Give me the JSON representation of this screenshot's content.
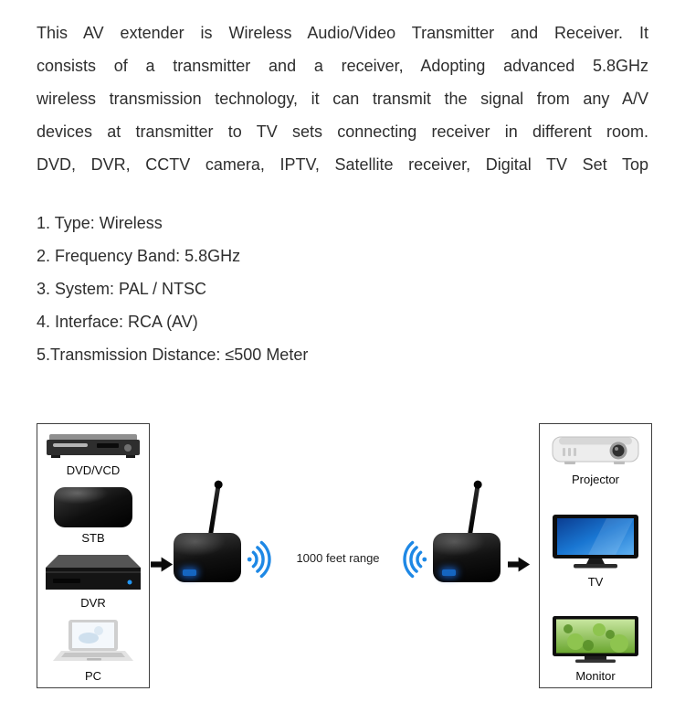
{
  "intro": {
    "lines": [
      "This AV extender is Wireless Audio/Video Transmitter and Receiver. It",
      "consists of a transmitter and a receiver, Adopting advanced 5.8GHz",
      "wireless transmission technology, it can transmit the signal from any A/V",
      "devices at transmitter to TV sets connecting receiver in different room.",
      "DVD, DVR, CCTV camera, IPTV, Satellite receiver, Digital TV Set Top"
    ]
  },
  "specs": {
    "items": [
      "1. Type: Wireless",
      "2. Frequency Band: 5.8GHz",
      "3. System: PAL / NTSC",
      "4. Interface: RCA (AV)",
      "5.Transmission Distance: ≤500 Meter"
    ]
  },
  "diagram": {
    "range_label": "1000 feet range",
    "source_box": {
      "items": [
        {
          "icon": "dvd-player-icon",
          "label": "DVD/VCD"
        },
        {
          "icon": "stb-icon",
          "label": "STB"
        },
        {
          "icon": "dvr-icon",
          "label": "DVR"
        },
        {
          "icon": "laptop-icon",
          "label": "PC"
        }
      ]
    },
    "display_box": {
      "items": [
        {
          "icon": "projector-icon",
          "label": "Projector"
        },
        {
          "icon": "tv-icon",
          "label": "TV"
        },
        {
          "icon": "monitor-icon",
          "label": "Monitor"
        }
      ]
    },
    "colors": {
      "wifi_blue": "#1e88e5",
      "led_blue": "#1565c0",
      "tv_screen_blue": "#1976d2",
      "monitor_green": "#7cb342"
    }
  }
}
